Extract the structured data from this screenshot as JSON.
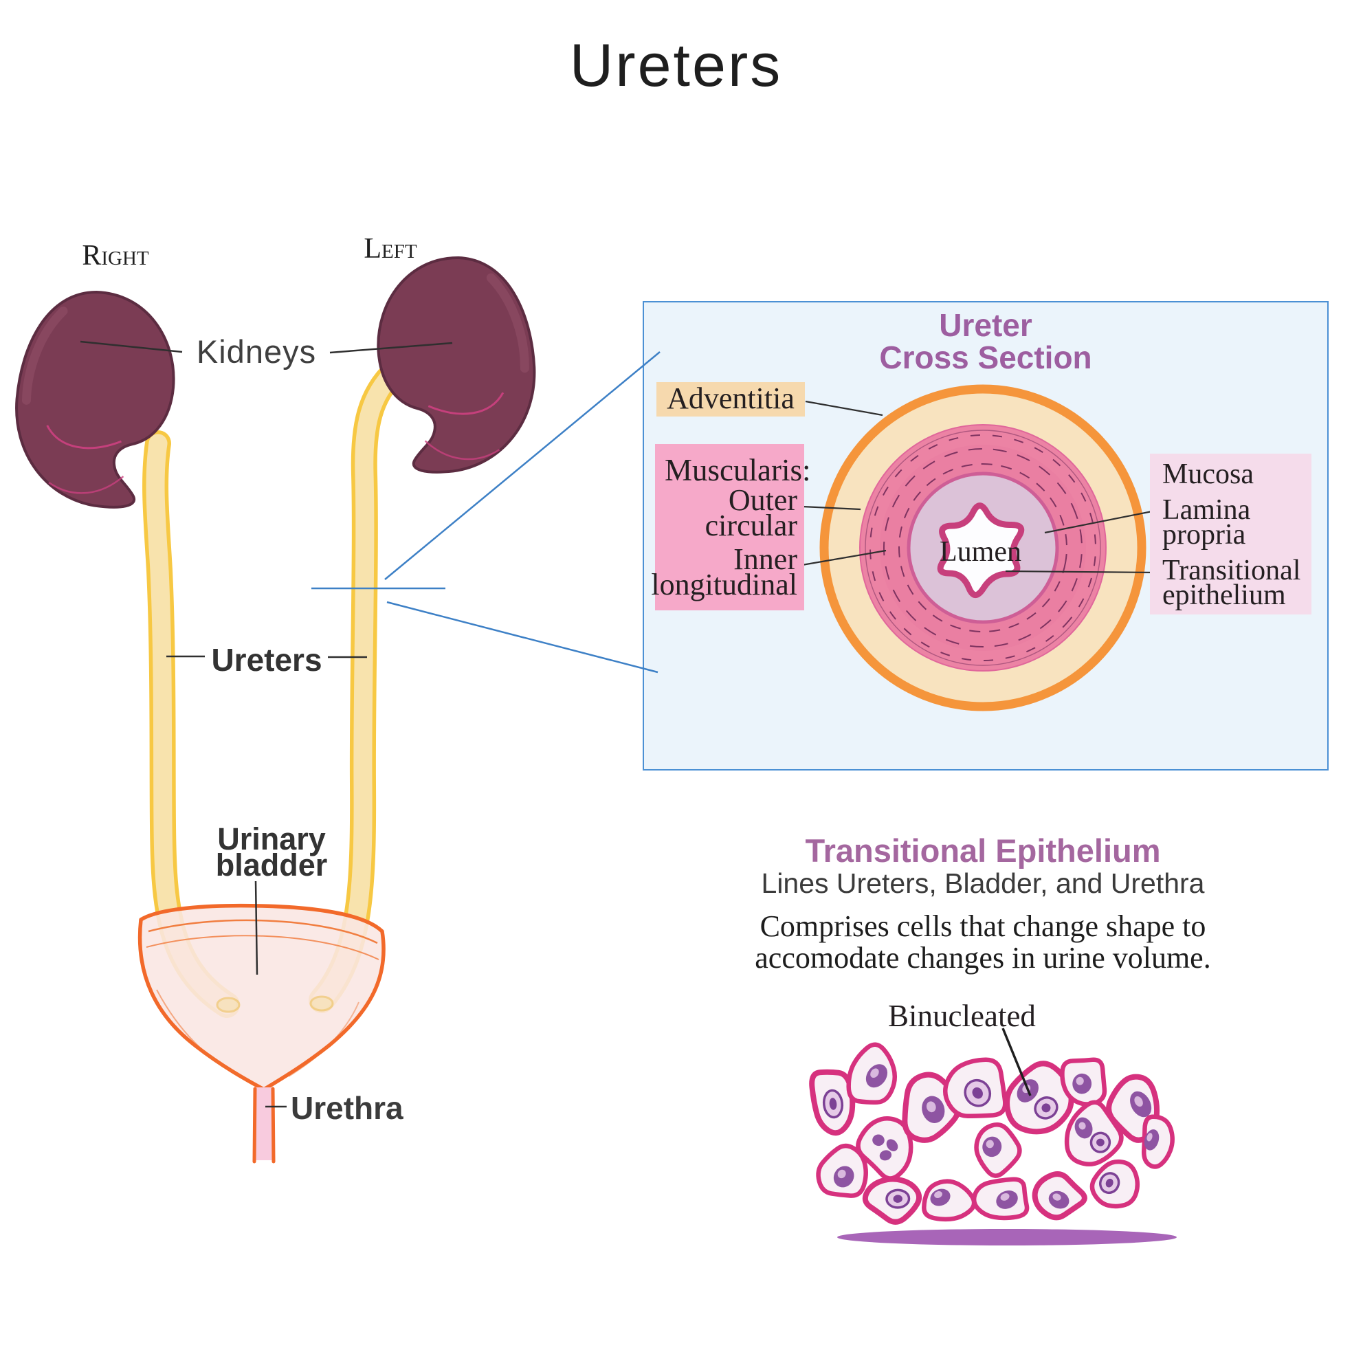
{
  "title": "Ureters",
  "anatomy": {
    "right_kidney_label": "Right",
    "left_kidney_label": "Left",
    "kidneys_label": "Kidneys",
    "ureters_label": "Ureters",
    "urinary_bladder_label_line1": "Urinary",
    "urinary_bladder_label_line2": "bladder",
    "urethra_label": "Urethra"
  },
  "cross_section": {
    "title_line1": "Ureter",
    "title_line2": "Cross Section",
    "adventitia_label": "Adventitia",
    "muscularis_label": "Muscularis:",
    "muscularis_outer_line1": "Outer",
    "muscularis_outer_line2": "circular",
    "muscularis_inner_line1": "Inner",
    "muscularis_inner_line2": "longitudinal",
    "lumen_label": "Lumen",
    "mucosa_label": "Mucosa",
    "lamina_propria_line1": "Lamina",
    "lamina_propria_line2": "propria",
    "transitional_epithelium_line1": "Transitional",
    "transitional_epithelium_line2": "epithelium"
  },
  "epithelium_info": {
    "heading": "Transitional Epithelium",
    "subheading": "Lines Ureters, Bladder, and Urethra",
    "description_line1": "Comprises cells that change shape to",
    "description_line2": "accomodate changes in urine volume.",
    "binucleated_label": "Binucleated"
  },
  "palette": {
    "kidney_fill": "#7b3c54",
    "kidney_outline": "#5c2c41",
    "ureter_outline": "#f7c843",
    "ureter_fill": "#f8e3ad",
    "bladder_outline": "#f2692a",
    "bladder_fill": "#f9e6e2",
    "urethra_fill": "#f8cbde",
    "box_background": "#ebf4fb",
    "box_border": "#4b90d4",
    "connector_blue": "#3d80c6",
    "section_title_purple": "#9d5ea0",
    "heading_purple": "#a4679f",
    "adventitia_bg": "#f6d9ae",
    "muscularis_bg": "#f6a9c9",
    "mucosa_bg": "#f5dceb",
    "ring_orange": "#f5953b",
    "ring_cream": "#f8e3bf",
    "ring_pink": "#ec83a4",
    "ring_lavender": "#dcc2d8",
    "lumen_stroke": "#c73f7c",
    "cell_outline": "#d6317e",
    "cell_fill": "#f8eff5",
    "nucleus_purple": "#8e54a2",
    "shadow_purple": "#a158b2"
  }
}
